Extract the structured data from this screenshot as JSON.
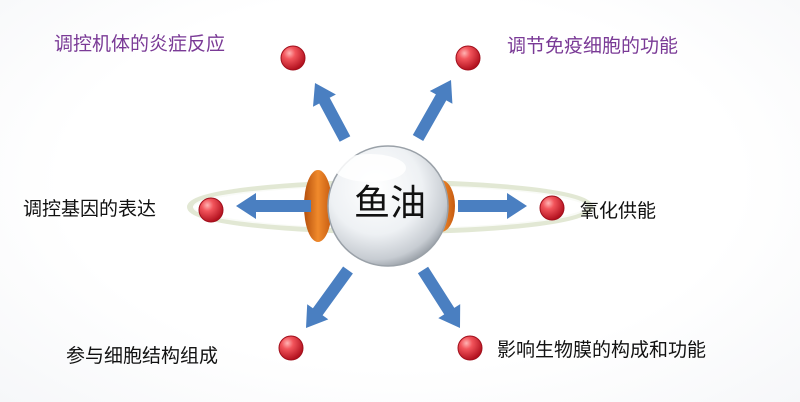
{
  "center": {
    "label": "鱼油"
  },
  "nodes": [
    {
      "id": "top-left",
      "label": "调控机体的炎症反应",
      "color": "#7a3a96"
    },
    {
      "id": "top-right",
      "label": "调节免疫细胞的功能",
      "color": "#7a3a96"
    },
    {
      "id": "mid-left",
      "label": "调控基因的表达",
      "color": "#111111"
    },
    {
      "id": "mid-right",
      "label": "氧化供能",
      "color": "#111111"
    },
    {
      "id": "bottom-left",
      "label": "参与细胞结构组成",
      "color": "#111111"
    },
    {
      "id": "bottom-right",
      "label": "影响生物膜的构成和功能",
      "color": "#111111"
    }
  ],
  "colors": {
    "arrow": "#4a7fc1",
    "node_dot": "#d9283a",
    "center_accent": "#e8781e",
    "ring": "#d6dfc3"
  }
}
